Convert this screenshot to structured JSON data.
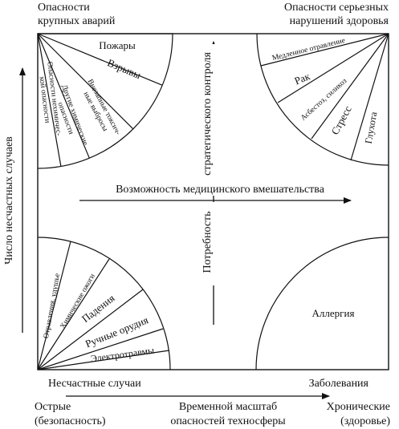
{
  "corners": {
    "top_left_title_line1": "Опасности",
    "top_left_title_line2": "крупных аварий",
    "top_right_title_line1": "Опасности серьезных",
    "top_right_title_line2": "нарушений здоровья"
  },
  "quadrant_top_left": {
    "fires": "Пожары",
    "explosions": "Взрывы",
    "toxic_1": "Внезапные токсич-",
    "toxic_2": "ные выбросы",
    "other_chem_1": "Другие химические",
    "other_chem_2": "опасности",
    "nonchem_1": "Опасности нехимичес-",
    "nonchem_2": "кой опасности"
  },
  "quadrant_top_right": {
    "slow_poison": "Медленное отравление",
    "cancer": "Рак",
    "asbestos": "Асбестоз, силикоз",
    "stress": "Стресс",
    "deafness": "Глухота"
  },
  "quadrant_bottom_left": {
    "poisoning": "Отравления, удушье",
    "chem_burns": "Химические ожоги",
    "falls": "Падения",
    "hand_tools": "Ручные орудия",
    "electrotrauma": "Электротравмы"
  },
  "quadrant_bottom_right": {
    "allergy": "Аллергия"
  },
  "axes": {
    "vertical_left": "Число несчастных случаев",
    "center_vertical_top": "стратегического контроля",
    "center_vertical_bottom": "Потребность",
    "center_horizontal": "Возможность медицинского вмешательства",
    "bottom_left": "Несчастные случаи",
    "bottom_right": "Заболевания",
    "scale_left_1": "Острые",
    "scale_left_2": "(безопасность)",
    "scale_mid_1": "Временной масштаб",
    "scale_mid_2": "опасностей техносферы",
    "scale_right_1": "Хронические",
    "scale_right_2": "(здоровье)"
  }
}
